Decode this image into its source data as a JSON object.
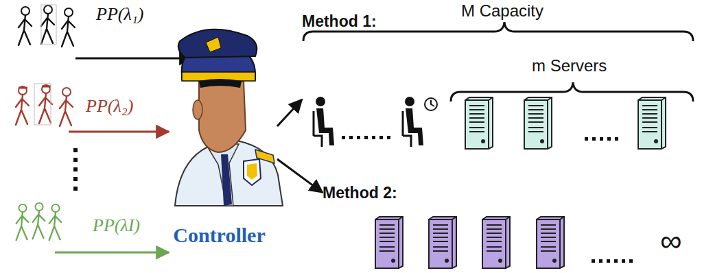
{
  "diagram": {
    "nodes": [
      {
        "text": [
          "Controller"
        ]
      },
      {
        "text": [
          "Method 1:"
        ]
      },
      {
        "text": [
          "Method 2:"
        ]
      }
    ],
    "edges": [
      {
        "from": 0,
        "to": 1,
        "arrow": "to"
      },
      {
        "from": 0,
        "to": 2,
        "arrow": "to"
      }
    ],
    "labels": [
      "PP(λ₁)",
      "PP(λ₂)",
      "PP(λI)",
      "M Capacity",
      "m Servers",
      "∞"
    ]
  }
}
